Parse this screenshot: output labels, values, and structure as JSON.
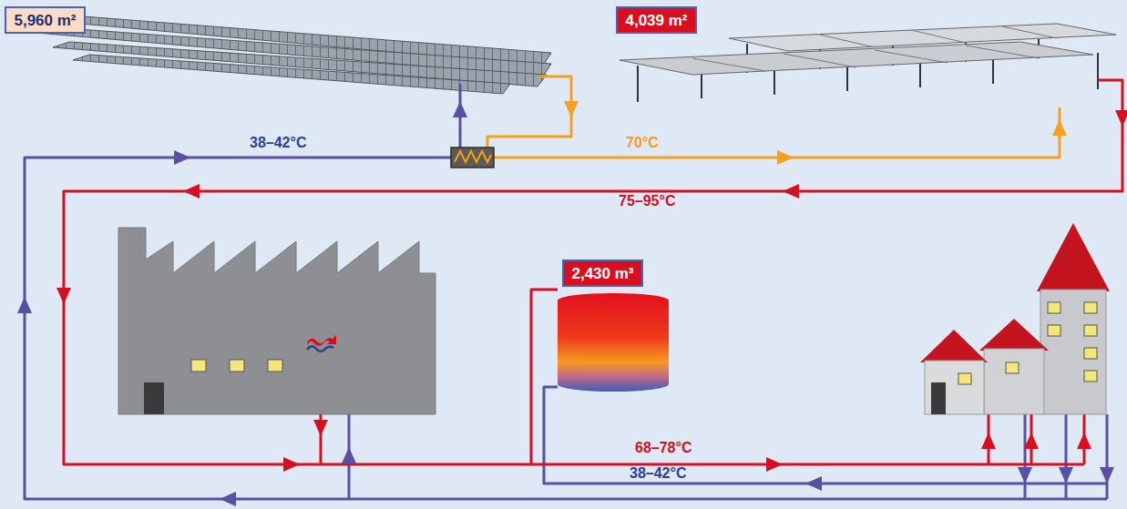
{
  "diagram": {
    "nodes": [
      {
        "text": [
          "5,960 m²"
        ]
      },
      {
        "text": [
          "4,039 m²"
        ]
      },
      {
        "text": [
          "2,430 m³"
        ]
      }
    ],
    "labels": [
      "38–42°C",
      "70°C",
      "75–95°C",
      "68–78°C",
      "38–42°C"
    ]
  }
}
